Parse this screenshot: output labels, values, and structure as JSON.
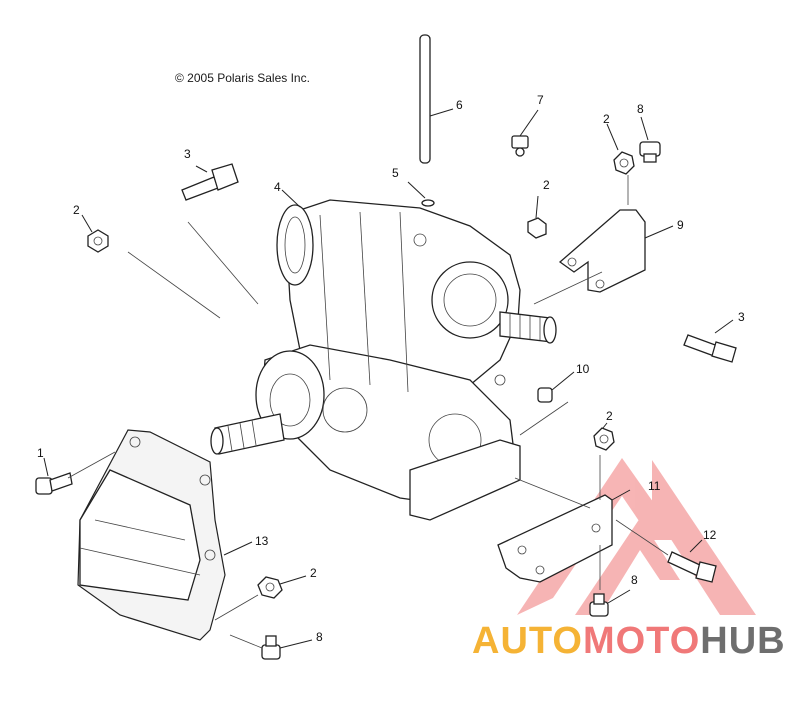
{
  "copyright": "© 2005 Polaris Sales Inc.",
  "callouts": [
    {
      "id": "c1",
      "label": "1"
    },
    {
      "id": "c2a",
      "label": "2"
    },
    {
      "id": "c2b",
      "label": "2"
    },
    {
      "id": "c2c",
      "label": "2"
    },
    {
      "id": "c2d",
      "label": "2"
    },
    {
      "id": "c2e",
      "label": "2"
    },
    {
      "id": "c3a",
      "label": "3"
    },
    {
      "id": "c3b",
      "label": "3"
    },
    {
      "id": "c4",
      "label": "4"
    },
    {
      "id": "c5",
      "label": "5"
    },
    {
      "id": "c6",
      "label": "6"
    },
    {
      "id": "c7",
      "label": "7"
    },
    {
      "id": "c8a",
      "label": "8"
    },
    {
      "id": "c8b",
      "label": "8"
    },
    {
      "id": "c8c",
      "label": "8"
    },
    {
      "id": "c9",
      "label": "9"
    },
    {
      "id": "c10",
      "label": "10"
    },
    {
      "id": "c11",
      "label": "11"
    },
    {
      "id": "c12",
      "label": "12"
    },
    {
      "id": "c13",
      "label": "13"
    }
  ],
  "watermark": {
    "part1": "AUTO",
    "part2": "MOTO",
    "part3": "HUB",
    "colors": {
      "auto": "#f5b335",
      "moto": "#f07878",
      "hub": "#6e6e6e",
      "logo": "#f0a0a0"
    }
  }
}
